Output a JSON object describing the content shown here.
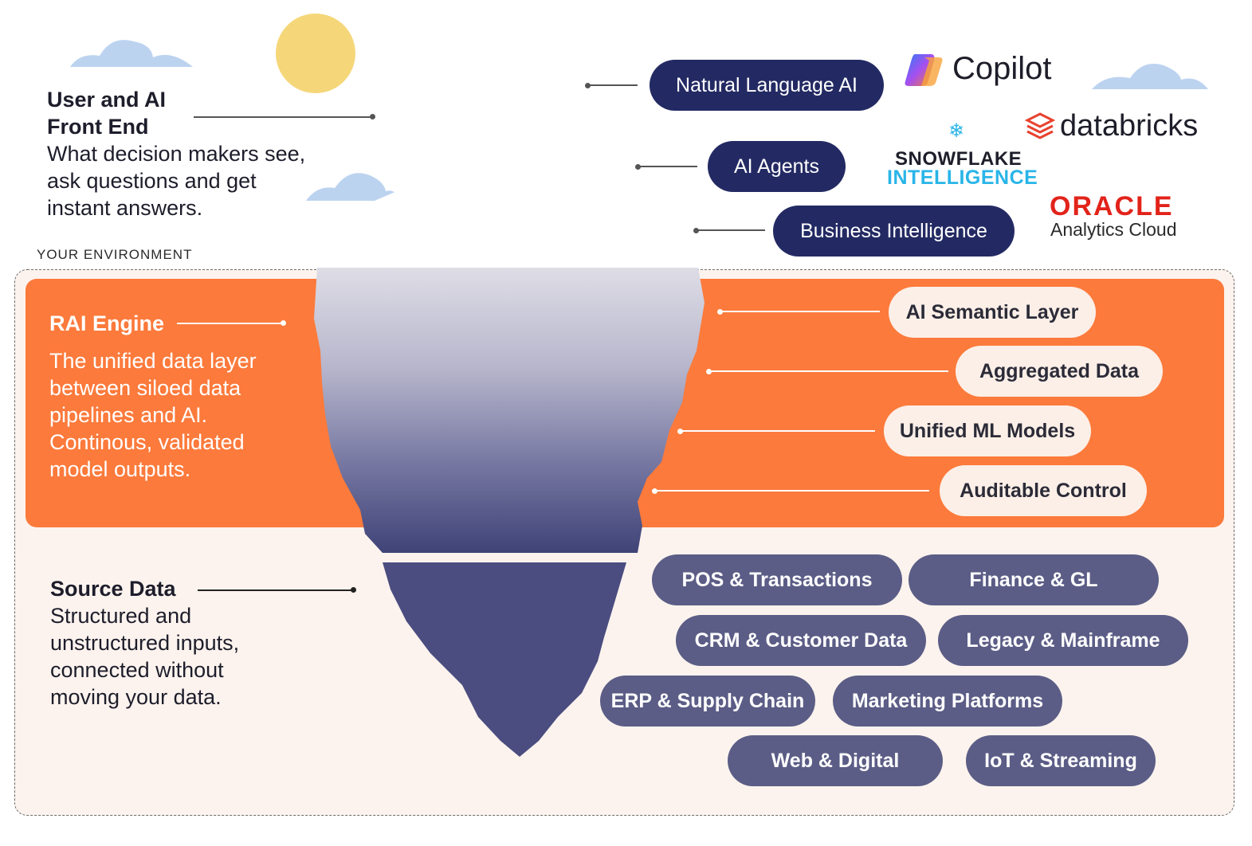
{
  "environment_label": "YOUR ENVIRONMENT",
  "front_end": {
    "title": "User and AI Front End",
    "description": "What decision makers see, ask questions and get instant answers."
  },
  "rai_engine": {
    "title": "RAI Engine",
    "description": "The unified data layer between siloed data pipelines and AI. Continous, validated model outputs."
  },
  "source_data": {
    "title": "Source Data",
    "description": "Structured and unstructured inputs, connected without moving your data."
  },
  "front_pills": [
    "Natural Language AI",
    "AI Agents",
    "Business Intelligence"
  ],
  "engine_pills": [
    "AI Semantic Layer",
    "Aggregated Data",
    "Unified ML Models",
    "Auditable Control"
  ],
  "source_pills": [
    "POS & Transactions",
    "Finance & GL",
    "CRM & Customer Data",
    "Legacy & Mainframe",
    "ERP & Supply Chain",
    "Marketing Platforms",
    "Web & Digital",
    "IoT & Streaming"
  ],
  "logos": {
    "copilot": "Copilot",
    "databricks": "databricks",
    "snowflake_line1": "SNOWFLAKE",
    "snowflake_line2": "INTELLIGENCE",
    "oracle": "ORACLE",
    "oracle_sub": "Analytics Cloud"
  },
  "colors": {
    "orange": "#fc7a3b",
    "navy": "#232a63",
    "source_pill": "#5b5d86",
    "cream": "#fdf3ee"
  }
}
